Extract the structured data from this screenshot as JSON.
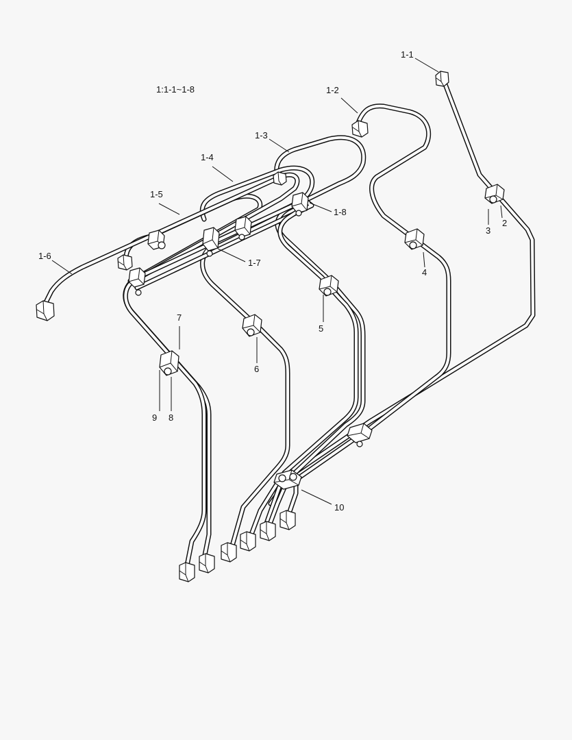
{
  "title": "1:1-1~1-8",
  "callouts": [
    {
      "id": "c-1-1",
      "text": "1-1"
    },
    {
      "id": "c-1-2",
      "text": "1-2"
    },
    {
      "id": "c-1-3",
      "text": "1-3"
    },
    {
      "id": "c-1-4",
      "text": "1-4"
    },
    {
      "id": "c-1-5",
      "text": "1-5"
    },
    {
      "id": "c-1-6",
      "text": "1-6"
    },
    {
      "id": "c-1-7",
      "text": "1-7"
    },
    {
      "id": "c-1-8",
      "text": "1-8"
    },
    {
      "id": "c-2",
      "text": "2"
    },
    {
      "id": "c-3",
      "text": "3"
    },
    {
      "id": "c-4",
      "text": "4"
    },
    {
      "id": "c-5",
      "text": "5"
    },
    {
      "id": "c-6",
      "text": "6"
    },
    {
      "id": "c-7",
      "text": "7"
    },
    {
      "id": "c-8",
      "text": "8"
    },
    {
      "id": "c-9",
      "text": "9"
    },
    {
      "id": "c-10",
      "text": "10"
    }
  ],
  "colors": {
    "line": "#111111",
    "fill": "#ffffff",
    "background": "#f7f7f7"
  }
}
